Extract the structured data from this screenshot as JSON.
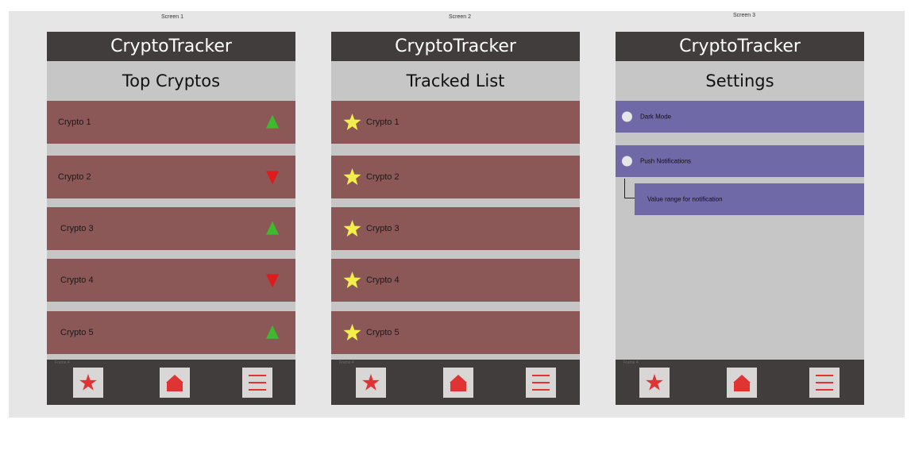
{
  "colors": {
    "app_bar": "#403d3c",
    "background": "#c6c6c6",
    "row": "#8b5757",
    "setting_row": "#7069a8",
    "trend_up": "#3dbb2c",
    "trend_down": "#e01b1b",
    "star": "#f3ef4a",
    "nav_icon": "#e03333"
  },
  "screens": [
    {
      "label": "Screen 1",
      "app_title": "CryptoTracker",
      "heading": "Top Cryptos",
      "rows": [
        {
          "name": "Crypto 1",
          "trend": "up",
          "icon": "triangle-up-icon"
        },
        {
          "name": "Crypto 2",
          "trend": "down",
          "icon": "triangle-down-icon"
        },
        {
          "name": "Crypto 3",
          "trend": "up",
          "icon": "triangle-up-icon"
        },
        {
          "name": "Crypto 4",
          "trend": "down",
          "icon": "triangle-down-icon"
        },
        {
          "name": "Crypto 5",
          "trend": "up",
          "icon": "triangle-up-icon"
        }
      ],
      "nav_tag": "Frame 4"
    },
    {
      "label": "Screen 2",
      "app_title": "CryptoTracker",
      "heading": "Tracked List",
      "rows": [
        {
          "name": "Crypto 1",
          "icon": "star-icon"
        },
        {
          "name": "Crypto 2",
          "icon": "star-icon"
        },
        {
          "name": "Crypto 3",
          "icon": "star-icon"
        },
        {
          "name": "Crypto 4",
          "icon": "star-icon"
        },
        {
          "name": "Crypto 5",
          "icon": "star-icon"
        }
      ],
      "nav_tag": "Frame 4"
    },
    {
      "label": "Screen 3",
      "app_title": "CryptoTracker",
      "heading": "Settings",
      "settings": [
        {
          "label": "Dark Mode",
          "control": "toggle"
        },
        {
          "label": "Push Notifications",
          "control": "toggle"
        }
      ],
      "sub_setting": {
        "label": "Value range for notification"
      },
      "nav_tag": "Frame 4"
    }
  ],
  "nav_buttons": [
    {
      "name": "favorites",
      "icon": "star-icon"
    },
    {
      "name": "home",
      "icon": "home-icon"
    },
    {
      "name": "settings",
      "icon": "menu-icon"
    }
  ]
}
